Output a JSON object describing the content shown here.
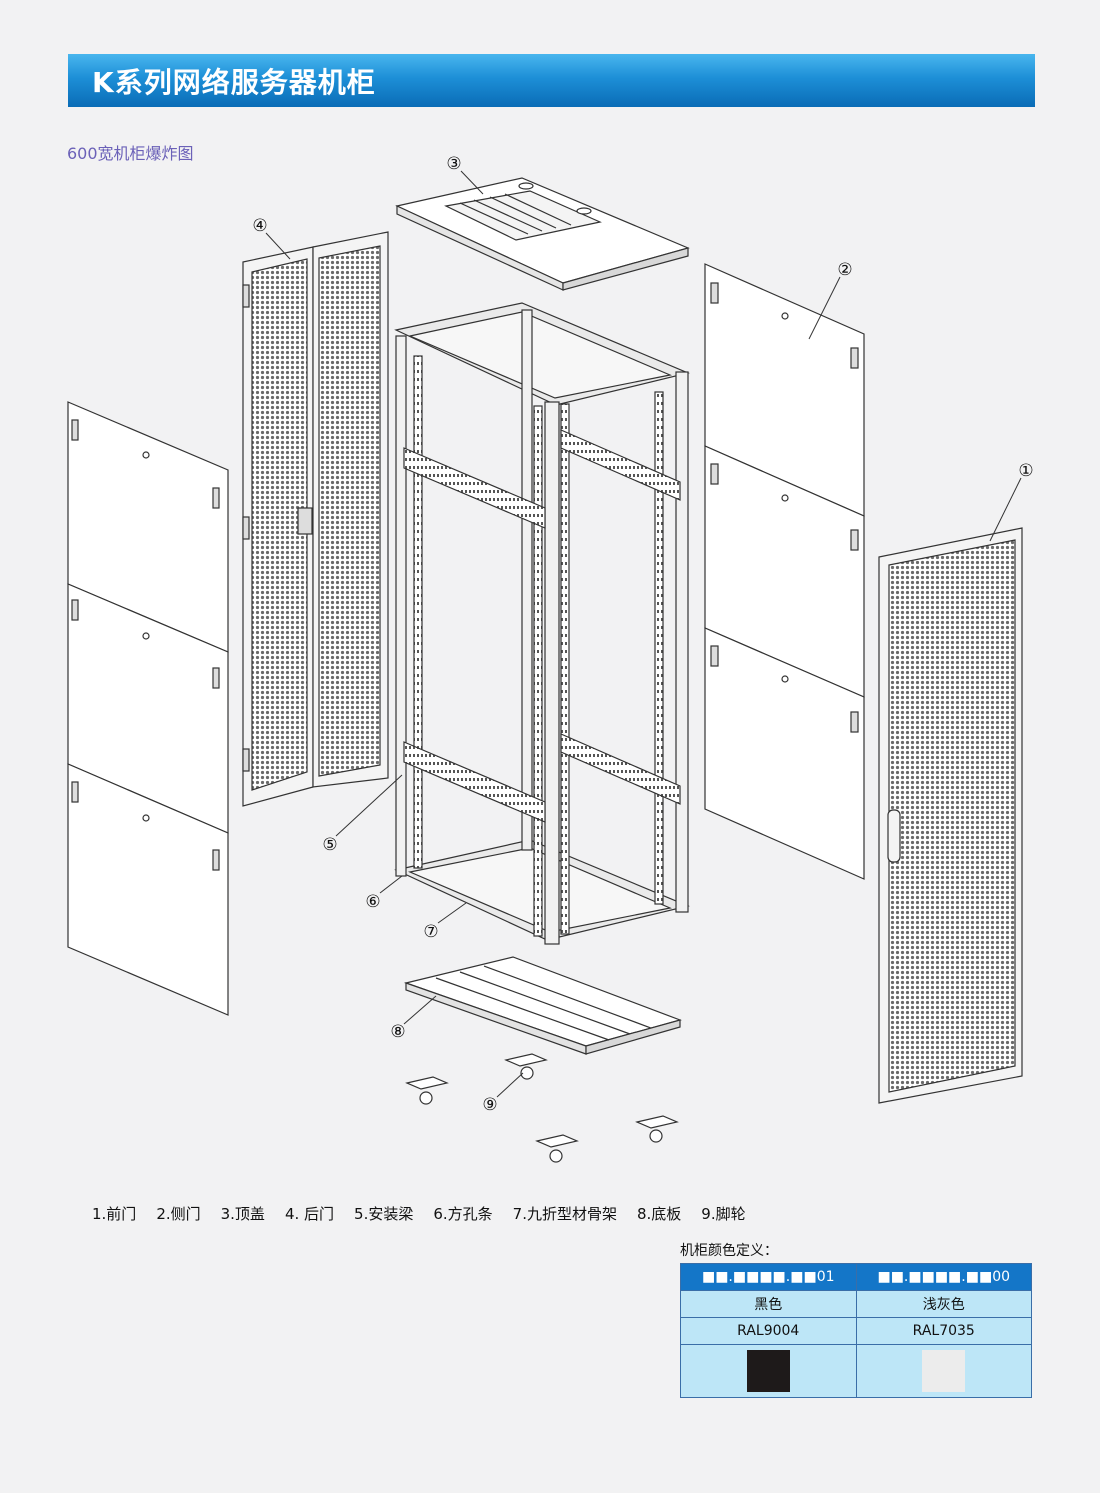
{
  "title": "K系列网络服务器机柜",
  "subtitle": "600宽机柜爆炸图",
  "callouts": [
    "①",
    "②",
    "③",
    "④",
    "⑤",
    "⑥",
    "⑦",
    "⑧",
    "⑨"
  ],
  "legend": [
    "1.前门",
    "2.侧门",
    "3.顶盖",
    "4. 后门",
    "5.安装梁",
    "6.方孔条",
    "7.九折型材骨架",
    "8.底板",
    "9.脚轮"
  ],
  "color_section": {
    "caption": "机柜颜色定义：",
    "columns": [
      {
        "code": "■■.■■■■.■■01",
        "name": "黑色",
        "ral": "RAL9004",
        "swatch": "#1e1a1a"
      },
      {
        "code": "■■.■■■■.■■00",
        "name": "浅灰色",
        "ral": "RAL7035",
        "swatch": "#ececec"
      }
    ]
  },
  "colors": {
    "title_bar": "#1d8fd7",
    "subtitle": "#6b61b8",
    "table_header": "#1476c8",
    "table_cell": "#bde6f7"
  }
}
